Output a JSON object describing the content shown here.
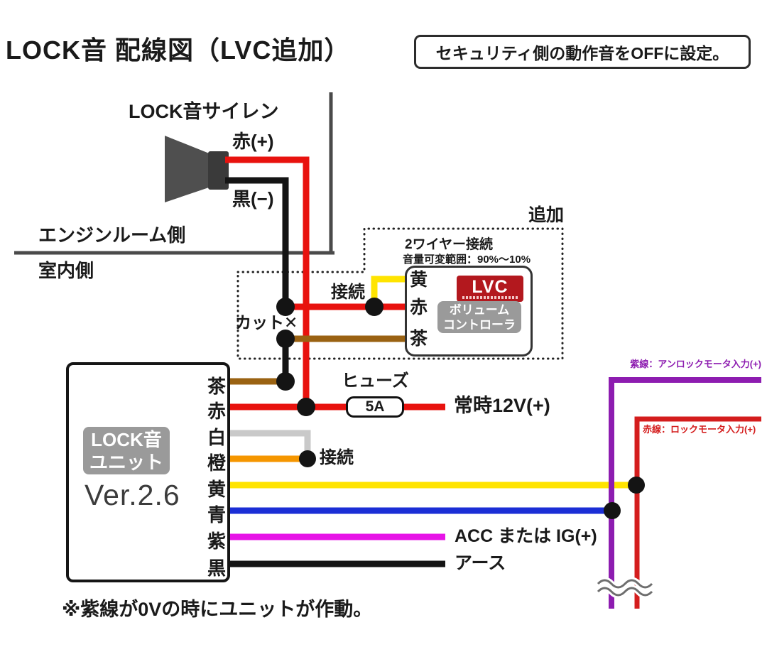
{
  "header": {
    "title": "LOCK音 配線図（LVC追加）",
    "note": "セキュリティ側の動作音をOFFに設定。"
  },
  "siren": {
    "label": "LOCK音サイレン",
    "positive": "赤(+)",
    "negative": "黒(−)"
  },
  "partition": {
    "engine": "エンジンルーム側",
    "cabin": "室内側"
  },
  "lvc": {
    "tag": "追加",
    "wiring": "2ワイヤー接続",
    "range": "音量可変範囲：90%～10%",
    "logo": "LVC",
    "name1": "ボリューム",
    "name2": "コントローラ",
    "pin_yellow": "黄",
    "pin_red": "赤",
    "pin_brown": "茶"
  },
  "junctions": {
    "connect_top": "接続",
    "cut": "カット✕",
    "connect_mid": "接続"
  },
  "unit": {
    "badge1": "LOCK音",
    "badge2": "ユニット",
    "version": "Ver.2.6",
    "pins": [
      "茶",
      "赤",
      "白",
      "橙",
      "黄",
      "青",
      "紫",
      "黒"
    ]
  },
  "fuse": {
    "label": "ヒューズ",
    "rating": "5A"
  },
  "terminals": {
    "power": "常時12V(+)",
    "acc": "ACC または IG(+)",
    "ground": "アース"
  },
  "motor_inputs": {
    "unlock": "紫線：アンロックモータ入力(+)",
    "lock": "赤線：ロックモータ入力(+)"
  },
  "footnote": "※紫線が0Vの時にユニットが作動。",
  "colors": {
    "wire_red": "#e8120e",
    "wire_black": "#141414",
    "wire_yellow": "#ffe400",
    "wire_brown": "#9a6212",
    "wire_white": "#c9c9c9",
    "wire_orange": "#f59600",
    "wire_blue": "#1b2ed6",
    "wire_magenta": "#e714e7",
    "motor_purple": "#8d1cb0",
    "motor_red": "#d41d1d",
    "partition_gray": "#4a4a4a",
    "dot_black": "#141414",
    "horn_gray": "#4f4f4f",
    "horn_dark": "#3a3a3a",
    "lvc_red": "#b3181e",
    "badge_gray": "#9a9a9a"
  }
}
